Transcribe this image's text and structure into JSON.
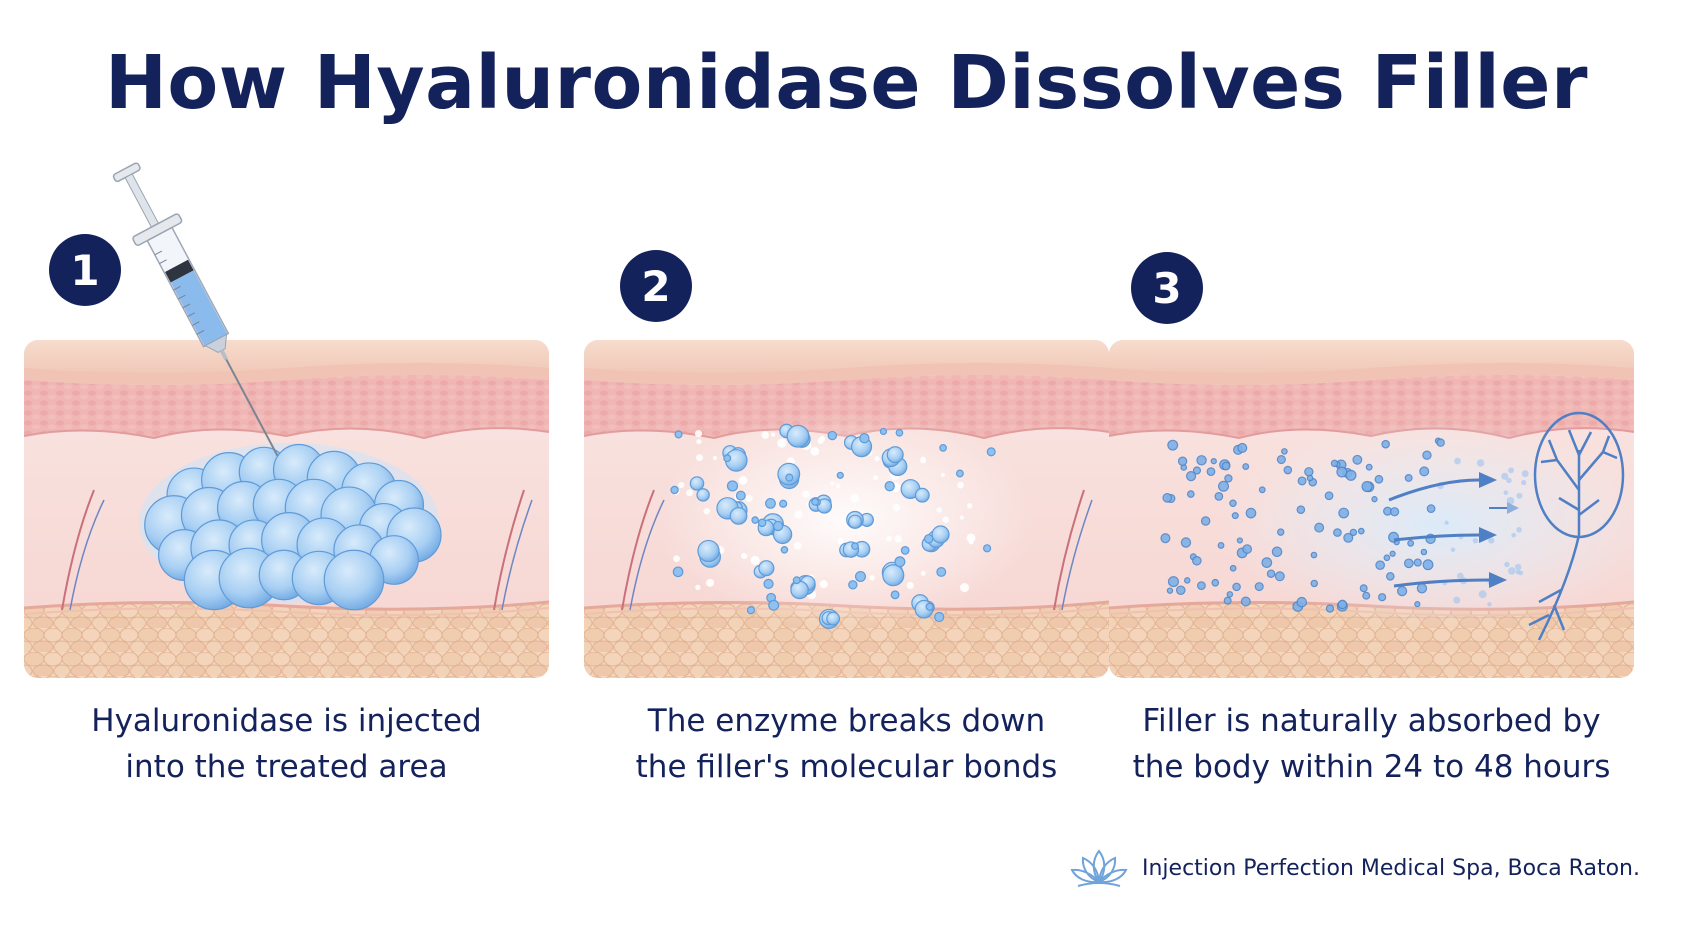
{
  "title": "How Hyaluronidase Dissolves Filler",
  "steps": [
    {
      "number": "1",
      "caption_line1": "Hyaluronidase is injected",
      "caption_line2": "into the treated area"
    },
    {
      "number": "2",
      "caption_line1": "The enzyme breaks down",
      "caption_line2": "the filler's molecular bonds"
    },
    {
      "number": "3",
      "caption_line1": "Filler is naturally absorbed by",
      "caption_line2": "the body within 24 to 48 hours"
    }
  ],
  "footer": {
    "text": "Injection Perfection Medical Spa, Boca Raton.",
    "logo_icon": "lotus-icon"
  },
  "colors": {
    "navy": "#14225c",
    "skin_top": "#f4d3c3",
    "dermis": "#eeb5b4",
    "tissue": "#f8ddd8",
    "fat": "#f1cdb1",
    "filler_blue": "#9cc7f0",
    "vessel": "#4f7fc4"
  }
}
